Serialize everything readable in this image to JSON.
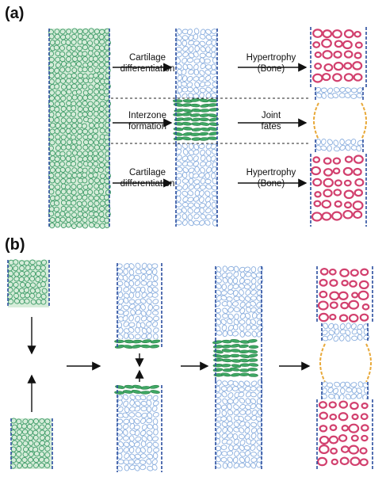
{
  "panels": {
    "a_label": "(a)",
    "b_label": "(b)"
  },
  "labels": {
    "cart_top_1": "Cartilage",
    "cart_top_2": "differentiation",
    "hyp_top_1": "Hypertrophy",
    "hyp_top_2": "(Bone)",
    "interzone_1": "Interzone",
    "interzone_2": "formation",
    "joint_1": "Joint",
    "joint_2": "fates",
    "cart_bot_1": "Cartilage",
    "cart_bot_2": "differentiation",
    "hyp_bot_1": "Hypertrophy",
    "hyp_bot_2": "(Bone)"
  },
  "colors": {
    "mesenchyme_fill": "#d6ecd9",
    "mesenchyme_stroke": "#3d9b67",
    "cartilage_stroke": "#8aaede",
    "interzone_fill": "#3fa864",
    "bone_stroke": "#d2406e",
    "boundary_blue": "#2a4d9e",
    "joint_orange": "#e8a93a",
    "arrow": "#111111"
  }
}
